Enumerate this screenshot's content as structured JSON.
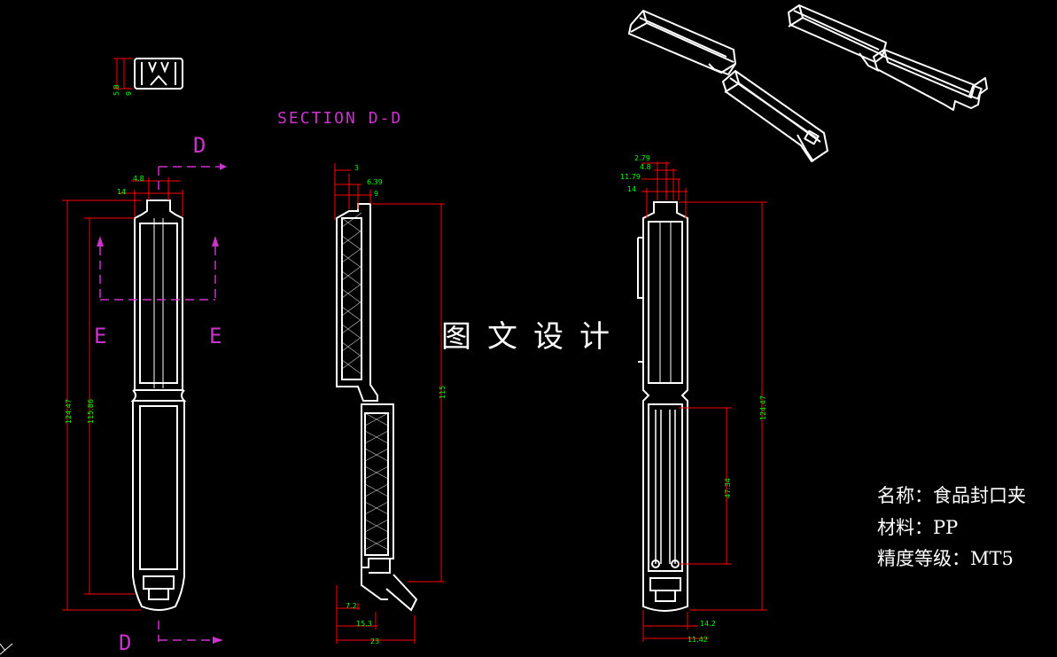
{
  "section_title": "SECTION D-D",
  "section_marks": {
    "d": "D",
    "e": "E"
  },
  "watermark": "图文设计",
  "info": {
    "name_line": "名称：食品封口夹",
    "material_line": "材料：PP",
    "precision_line": "精度等级：MT5"
  },
  "dims_left": {
    "top1": "4.8",
    "top2": "14",
    "h_total": "124.47",
    "h_inner": "115.86",
    "thumb_a": "5.8",
    "thumb_b": "9"
  },
  "dims_mid": {
    "a": "3",
    "b": "6.39",
    "c": "9",
    "h": "115",
    "b1": "7.2",
    "b2": "15.3",
    "b3": "23"
  },
  "dims_right": {
    "a": "2.79",
    "b": "4.8",
    "c": "11.79",
    "d": "14",
    "h_total": "124.47",
    "h_part": "47.34",
    "b1": "14.2",
    "b2": "11.42"
  },
  "colors": {
    "outline": "#ffffff",
    "dimension_line": "#ff0000",
    "dimension_text": "#00ff00",
    "label": "#cc33cc",
    "background": "#000000"
  }
}
